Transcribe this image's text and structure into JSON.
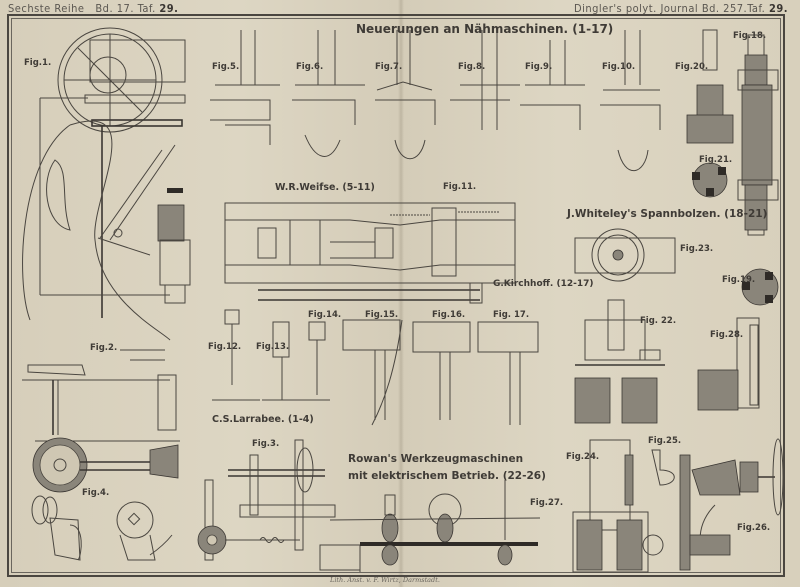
{
  "header": {
    "left": {
      "series": "Sechste Reihe",
      "volume": "Bd. 17.",
      "plate_prefix": "Taf.",
      "plate": "29."
    },
    "right": {
      "journal": "Dingler's polyt. Journal",
      "volume": "Bd. 257.",
      "plate_prefix": "Taf.",
      "plate": "29."
    }
  },
  "titles": {
    "main": "Neuerungen an Nähmaschinen. (1-17)",
    "weisse": "W.R.Weifse. (5-11)",
    "whiteley": "J.Whiteley's Spannbolzen. (18-21)",
    "kirchhoff": "G.Kirchhoff. (12-17)",
    "larrabee": "C.S.Larrabee. (1-4)",
    "rowan_line1": "Rowan's Werkzeugmaschinen",
    "rowan_line2": "mit elektrischem Betrieb. (22-26)"
  },
  "figures": {
    "fig1": "Fig.1.",
    "fig2": "Fig.2.",
    "fig3": "Fig.3.",
    "fig4": "Fig.4.",
    "fig5": "Fig.5.",
    "fig6": "Fig.6.",
    "fig7": "Fig.7.",
    "fig8": "Fig.8.",
    "fig9": "Fig.9.",
    "fig10": "Fig.10.",
    "fig11": "Fig.11.",
    "fig12": "Fig.12.",
    "fig13": "Fig.13.",
    "fig14": "Fig.14.",
    "fig15": "Fig.15.",
    "fig16": "Fig.16.",
    "fig17": "Fig. 17.",
    "fig18": "Fig.18.",
    "fig19": "Fig.19.",
    "fig20": "Fig.20.",
    "fig21": "Fig.21.",
    "fig22": "Fig. 22.",
    "fig23": "Fig.23.",
    "fig24": "Fig.24.",
    "fig25": "Fig.25.",
    "fig26": "Fig.26.",
    "fig27": "Fig.27.",
    "fig28": "Fig.28."
  },
  "imprint": "Lith. Anst. v. F. Wirtz, Darmstadt."
}
